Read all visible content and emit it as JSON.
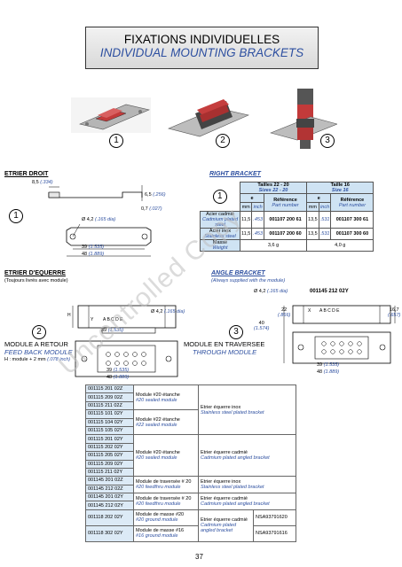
{
  "header": {
    "title_fr": "FIXATIONS INDIVIDUELLES",
    "title_en": "INDIVIDUAL MOUNTING BRACKETS"
  },
  "photos": {
    "labels": [
      "1",
      "2",
      "3"
    ]
  },
  "straight": {
    "heading_fr": "ETRIER DROIT",
    "heading_en": "RIGHT BRACKET",
    "num": "1",
    "dims": {
      "d1": "8,5",
      "d1_in": "(.334)",
      "d2": "6,5",
      "d2_in": "(.256)",
      "d3": "0,7",
      "d3_in": "(.027)",
      "d4": "Ø 4,2",
      "d4_in": "(.165 dia)",
      "d5": "39",
      "d5_in": "(1.535)",
      "d6": "48",
      "d6_in": "(1.889)"
    },
    "table": {
      "num": "1",
      "col_a": "Tailles 22 - 20",
      "col_a_en": "Sizes 22 - 20",
      "col_b": "Taille 16",
      "col_b_en": "Size 16",
      "e": "e",
      "ref": "Référence",
      "ref_en": "Part number",
      "mm": "mm",
      "inch": "inch",
      "rows": [
        {
          "fr": "Acier cadmié",
          "en": "Cadmium plated steel",
          "a_mm": "11,5",
          "a_in": ".453",
          "a_ref": "001107 200 61",
          "b_mm": "13,5",
          "b_in": ".531",
          "b_ref": "001107 300 61"
        },
        {
          "fr": "Acier inox",
          "en": "Stainless steel",
          "a_mm": "11,5",
          "a_in": ".453",
          "a_ref": "001107 200 60",
          "b_mm": "13,5",
          "b_in": ".531",
          "b_ref": "001107 300 60"
        }
      ],
      "mass_fr": "Masse",
      "mass_en": "Weight",
      "mass_a": "3,6 g",
      "mass_b": "4,0 g"
    }
  },
  "angle": {
    "heading_fr": "ETRIER D'EQUERRE",
    "heading_en": "ANGLE BRACKET",
    "note_fr": "(Toujours livrés avec module)",
    "note_en": "(Always supplied with the module)",
    "module_num": "2",
    "module_fr": "MODULE A RETOUR",
    "module_en": "FEED BACK MODULE",
    "module_h_fr": "H : module + 2 mm",
    "module_h_in": "(.078 inch)",
    "through_num": "3",
    "through_fr": "MODULE EN TRAVERSEE",
    "through_en": "THROUGH MODULE",
    "part_no": "001145 212 02Y",
    "dims": {
      "hole": "Ø 4,2",
      "hole_in": "(.165 dia)",
      "w39": "39",
      "w39_in": "(1.535)",
      "w48": "48",
      "w48_in": "(1.889)",
      "h40": "40",
      "h40_in": "(1.574)",
      "h22": "22",
      "h22_in": "(.866)",
      "h167": "16,7",
      "h167_in": "(.657)",
      "h": "H",
      "marking": "A B C D E",
      "marking_y": "Y",
      "marking_x": "X"
    }
  },
  "refs": {
    "rows": [
      {
        "pn": "001115 201 02Z",
        "mod": "",
        "mod_en": "",
        "br": "",
        "br_en": "",
        "nsa": ""
      },
      {
        "pn": "001115 209 02Z",
        "mod": "Module #20 étanche",
        "mod_en": "#20 sealed module",
        "br": "Etrier équerre inox",
        "br_en": "Stainless steel plated bracket",
        "nsa": ""
      },
      {
        "pn": "001115 211 02Z",
        "mod": "",
        "mod_en": "",
        "br": "",
        "br_en": "",
        "nsa": ""
      },
      {
        "pn": "001115 101 02Y",
        "mod": "",
        "mod_en": "",
        "br": "",
        "br_en": "",
        "nsa": ""
      },
      {
        "pn": "001115 104 02Y",
        "mod": "Module #22 étanche",
        "mod_en": "#22 sealed module",
        "br": "",
        "br_en": "",
        "nsa": ""
      },
      {
        "pn": "001115 105 02Y",
        "mod": "",
        "mod_en": "",
        "br": "",
        "br_en": "",
        "nsa": ""
      },
      {
        "pn": "001115 201 02Y",
        "mod": "",
        "mod_en": "",
        "br": "Etrier équerre cadmié",
        "br_en": "Cadmium plated angled bracket",
        "nsa": ""
      },
      {
        "pn": "001115 202 02Y",
        "mod": "",
        "mod_en": "",
        "br": "",
        "br_en": "",
        "nsa": ""
      },
      {
        "pn": "001115 205 02Y",
        "mod": "Module #20 étanche",
        "mod_en": "#20 sealed module",
        "br": "",
        "br_en": "",
        "nsa": ""
      },
      {
        "pn": "001115 209 02Y",
        "mod": "",
        "mod_en": "",
        "br": "",
        "br_en": "",
        "nsa": ""
      },
      {
        "pn": "001115 211 02Y",
        "mod": "",
        "mod_en": "",
        "br": "",
        "br_en": "",
        "nsa": ""
      },
      {
        "pn": "001145 201 02Z",
        "mod": "Module de traversée # 20",
        "mod_en": "#20 feedthru module",
        "br": "Etrier équerre inox",
        "br_en": "Stainless steel plated bracket",
        "nsa": ""
      },
      {
        "pn": "001145 212 02Z",
        "mod": "",
        "mod_en": "",
        "br": "",
        "br_en": "",
        "nsa": ""
      },
      {
        "pn": "001145 201 02Y",
        "mod": "Module de traversée # 20",
        "mod_en": "#20 feedthru module",
        "br": "Etrier équerre cadmié",
        "br_en": "Cadmium plated angled bracket",
        "nsa": ""
      },
      {
        "pn": "001145 212 02Y",
        "mod": "",
        "mod_en": "",
        "br": "",
        "br_en": "",
        "nsa": ""
      },
      {
        "pn": "001118 202 02Y",
        "mod": "Module de masse #20",
        "mod_en": "#20 ground module",
        "br": "Etrier équerre cadmié",
        "br_en": "Cadmium plated",
        "nsa": "NSA93791620"
      },
      {
        "pn": "001118 302 02Y",
        "mod": "Module de masse #16",
        "mod_en": "#16 ground module",
        "br": "angled bracket",
        "br_en": "",
        "nsa": "NSA93791616"
      }
    ]
  },
  "watermark": "Uncontrolled Copy",
  "page_number": "37"
}
